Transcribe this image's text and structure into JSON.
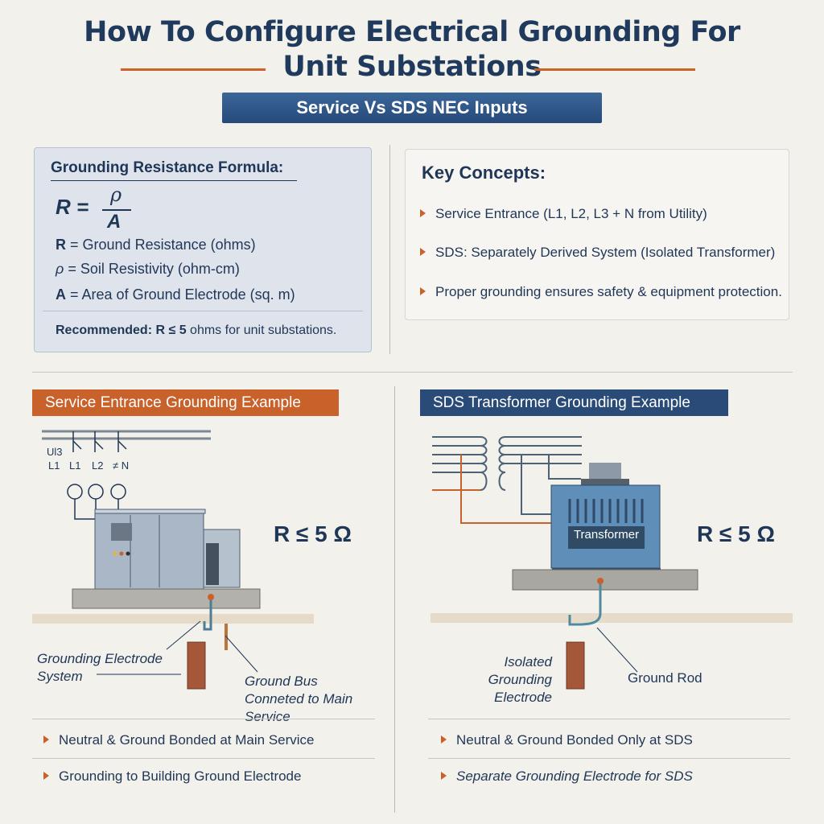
{
  "title": {
    "line1": "How To Configure Electrical Grounding For",
    "line2": "Unit Substations"
  },
  "banner": "Service Vs SDS NEC Inputs",
  "formula": {
    "heading": "Grounding Resistance Formula:",
    "lhs": "R =",
    "numerator": "ρ",
    "denominator": "A",
    "defs": [
      {
        "sym": "R",
        "text": "= Ground Resistance (ohms)"
      },
      {
        "sym": "ρ",
        "text": "= Soil Resistivity (ohm-cm)"
      },
      {
        "sym": "A",
        "text": "= Area of Ground Electrode (sq. m)"
      }
    ],
    "rec_bold": "Recommended: R ≤ 5",
    "rec_rest": "ohms for unit substations."
  },
  "concepts": {
    "heading": "Key Concepts:",
    "items": [
      "Service Entrance (L1, L2, L3 + N from Utility)",
      "SDS: Separately Derived System (Isolated Transformer)",
      "Proper grounding ensures safety & equipment protection."
    ]
  },
  "service": {
    "tag": "Service Entrance Grounding Example",
    "line_labels": {
      "top": "Ul3",
      "l1a": "L1",
      "l1b": "L1",
      "l2": "L2",
      "n": "≠ N"
    },
    "resistance": "R ≤ 5 Ω",
    "label_electrode": [
      "Grounding Electrode",
      "System"
    ],
    "label_bus": [
      "Ground Bus",
      "Conneted to Main",
      "Service"
    ],
    "bullets": [
      "Neutral & Ground Bonded at Main Service",
      "Grounding to Building Ground Electrode"
    ],
    "colors": {
      "tag": "#c8612a"
    }
  },
  "sds": {
    "tag": "SDS Transformer Grounding Example",
    "transformer_label": "Transformer",
    "resistance": "R ≤ 5 Ω",
    "label_electrode": [
      "Isolated Grounding",
      "Electrode"
    ],
    "label_rod": "Ground Rod",
    "bullets": [
      "Neutral & Ground Bonded Only at SDS",
      "Separate Grounding Electrode for SDS"
    ],
    "colors": {
      "tag": "#2a4b78"
    }
  }
}
